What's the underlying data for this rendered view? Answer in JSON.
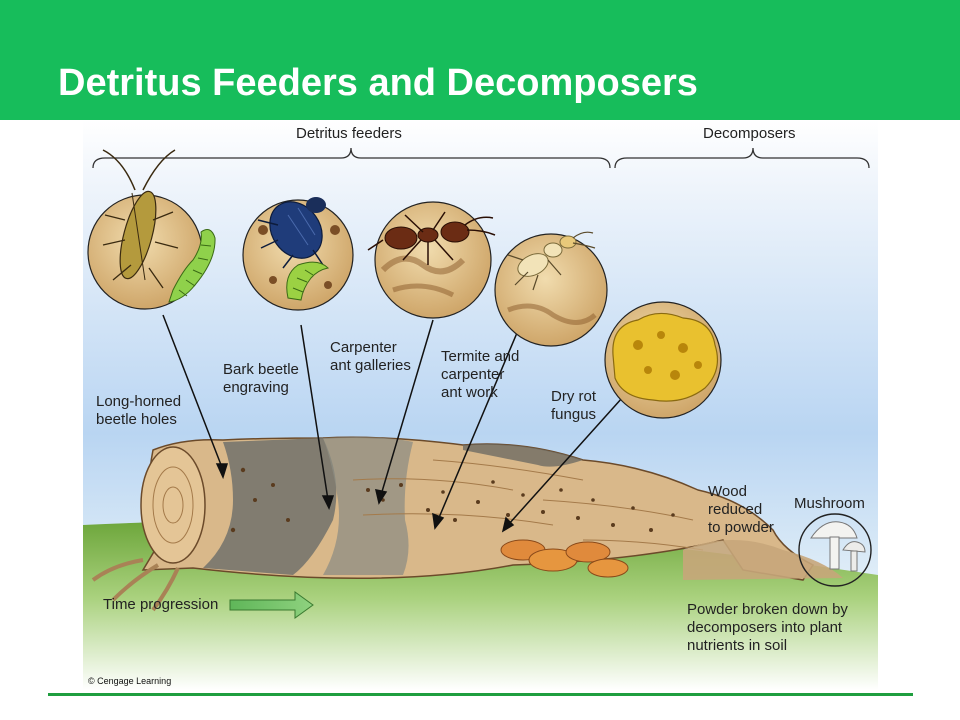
{
  "slide": {
    "title": "Detritus Feeders and Decomposers",
    "accent_color": "#17bd5b",
    "rule_color": "#1f9e3f"
  },
  "figure": {
    "groups": {
      "detritus_feeders": "Detritus feeders",
      "decomposers": "Decomposers"
    },
    "labels": {
      "long_horned": "Long-horned\nbeetle holes",
      "bark_beetle": "Bark beetle\nengraving",
      "carpenter_ant": "Carpenter\nant galleries",
      "termite": "Termite and\ncarpenter\nant work",
      "dry_rot": "Dry rot\nfungus",
      "wood_powder": "Wood\nreduced\nto powder",
      "mushroom": "Mushroom",
      "time_progression": "Time progression",
      "powder_broken": "Powder broken down by\ndecomposers into plant\nnutrients in soil"
    },
    "icons": [
      "long-horned-beetle-icon",
      "bark-beetle-icon",
      "carpenter-ant-icon",
      "termite-icon",
      "dry-rot-fungus-icon",
      "mushroom-icon",
      "time-arrow-icon"
    ],
    "credit": "© Cengage Learning"
  }
}
